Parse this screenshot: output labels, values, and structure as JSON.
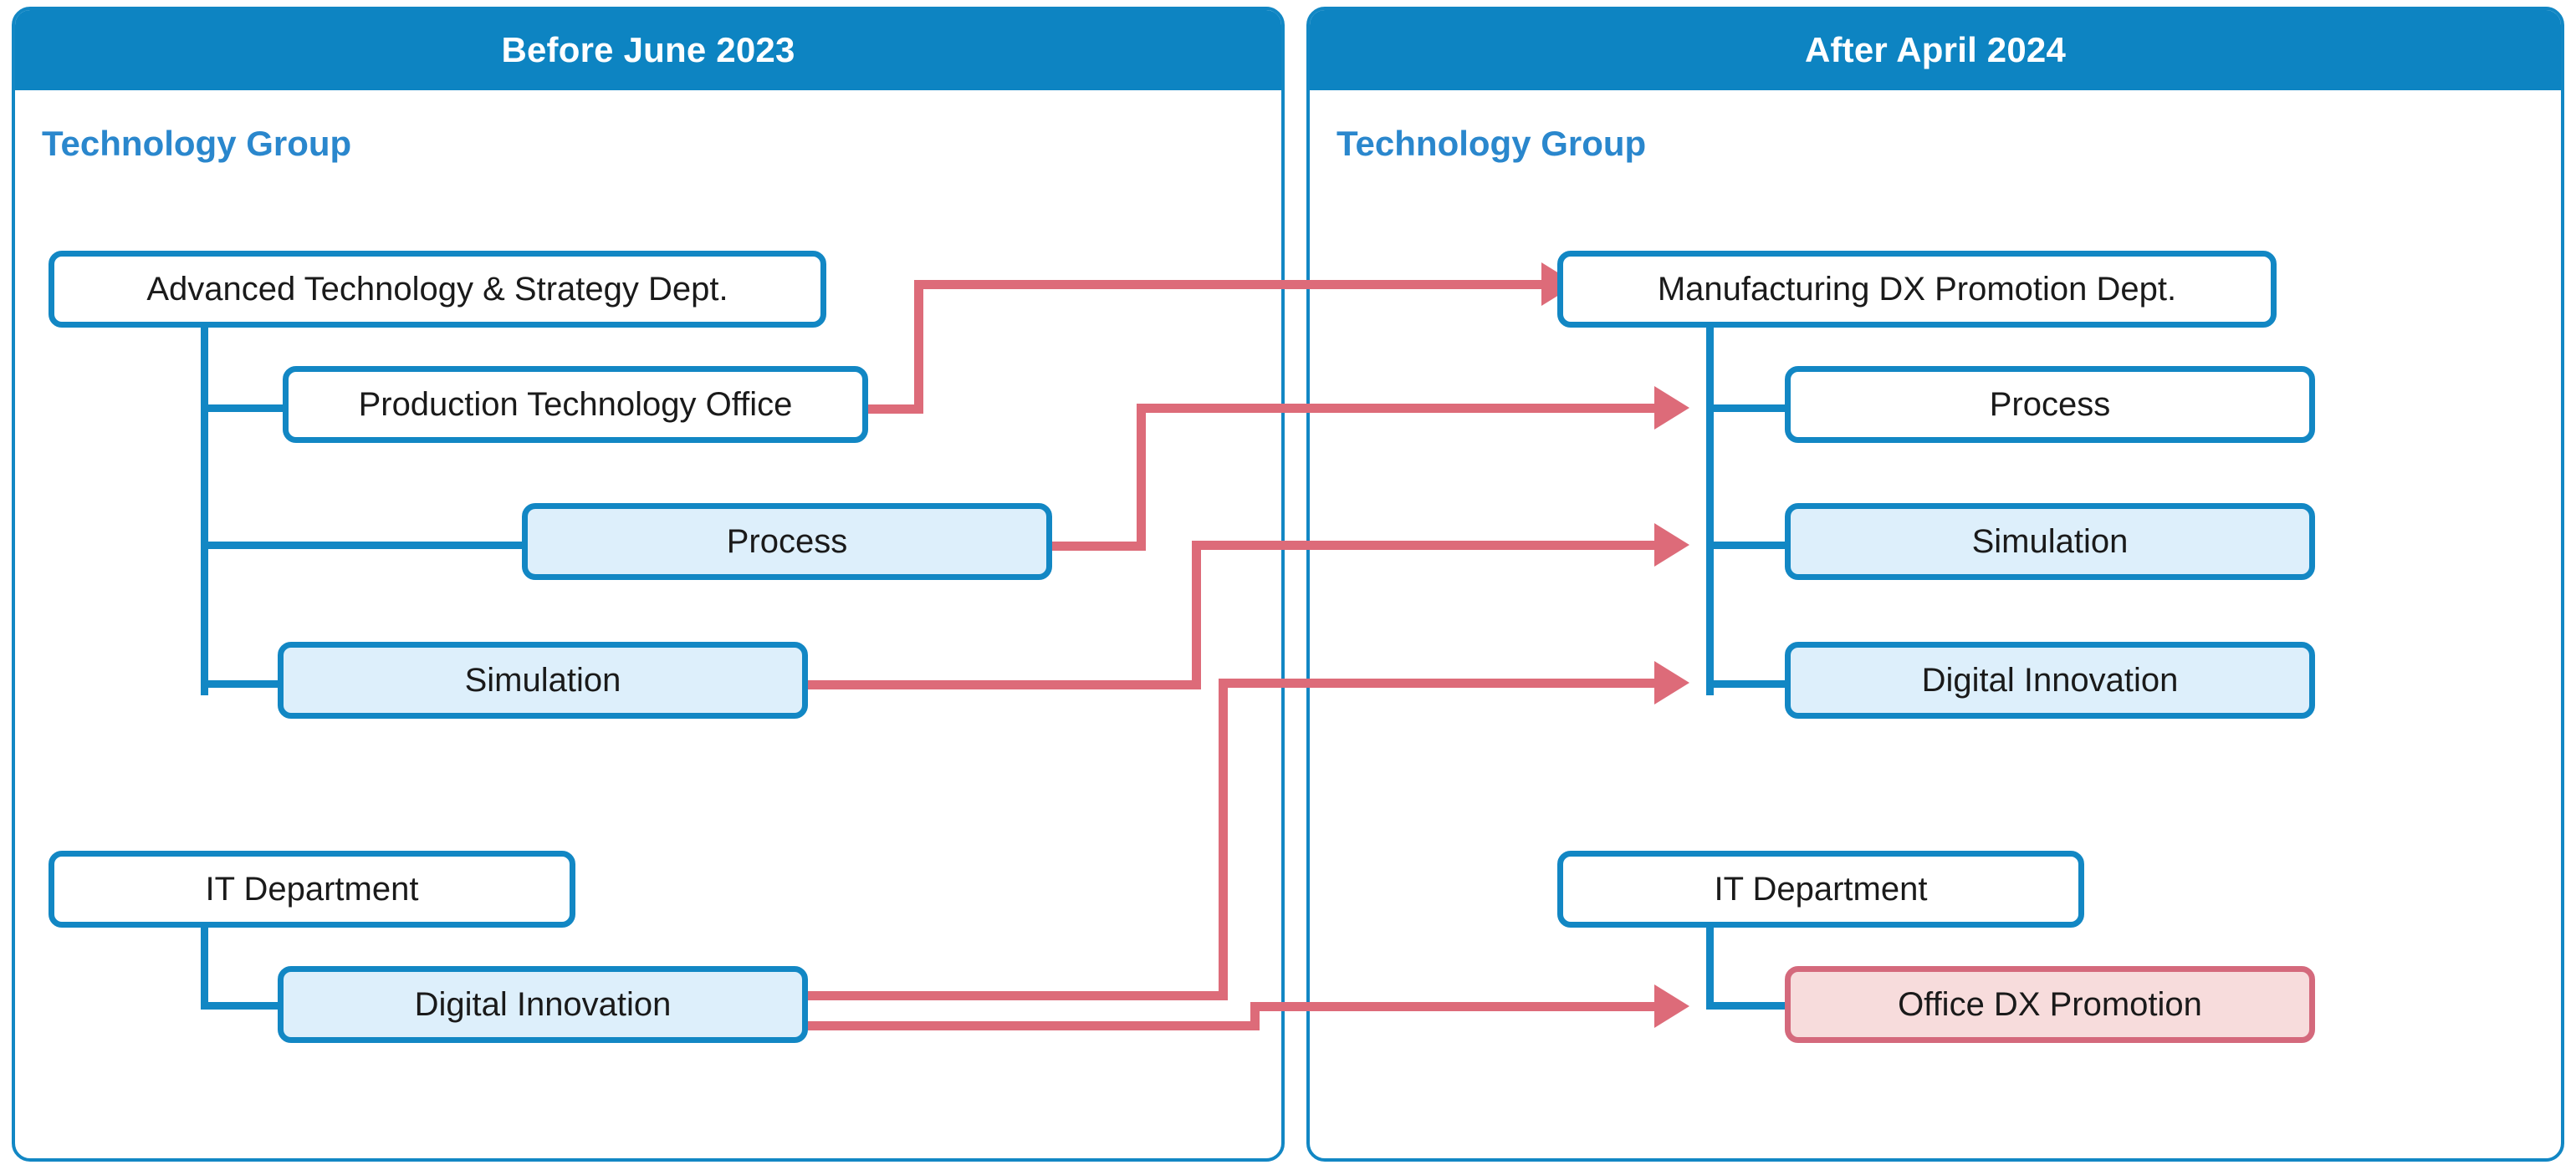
{
  "panels": [
    {
      "id": "before",
      "header": "Before June 2023",
      "group_label": "Technology Group",
      "nodes": [
        {
          "key": "adv_tech",
          "label": "Advanced Technology & Strategy Dept.",
          "fill": "white"
        },
        {
          "key": "prod_tech",
          "label": "Production Technology Office",
          "fill": "white"
        },
        {
          "key": "process",
          "label": "Process",
          "fill": "light-blue"
        },
        {
          "key": "simulation",
          "label": "Simulation",
          "fill": "light-blue"
        },
        {
          "key": "it_dept",
          "label": "IT Department",
          "fill": "white"
        },
        {
          "key": "digital_inn",
          "label": "Digital Innovation",
          "fill": "light-blue"
        }
      ]
    },
    {
      "id": "after",
      "header": "After April 2024",
      "group_label": "Technology Group",
      "nodes": [
        {
          "key": "mfg_dx",
          "label": "Manufacturing DX Promotion Dept.",
          "fill": "white"
        },
        {
          "key": "process",
          "label": "Process",
          "fill": "white"
        },
        {
          "key": "simulation",
          "label": "Simulation",
          "fill": "light-blue"
        },
        {
          "key": "digital_inn",
          "label": "Digital Innovation",
          "fill": "light-blue"
        },
        {
          "key": "it_dept",
          "label": "IT Department",
          "fill": "white"
        },
        {
          "key": "office_dx",
          "label": "Office DX Promotion",
          "fill": "pink"
        }
      ]
    }
  ],
  "flows": [
    {
      "from": "Advanced Technology & Strategy Dept.",
      "to": "Manufacturing DX Promotion Dept."
    },
    {
      "from": "Production Technology Office",
      "to": "Manufacturing DX Promotion Dept."
    },
    {
      "from": "Process",
      "to": "Process"
    },
    {
      "from": "Simulation",
      "to": "Simulation"
    },
    {
      "from": "Digital Innovation",
      "to": "Digital Innovation"
    },
    {
      "from": "Digital Innovation",
      "to": "Office DX Promotion"
    }
  ],
  "colors": {
    "header_blue": "#0d84c2",
    "group_label_blue": "#2a87cd",
    "box_border_blue": "#1287c4",
    "box_fill_light_blue": "#ddeffb",
    "arrow_red": "#dd6b79",
    "danger_fill": "#f7dcdc",
    "danger_border": "#d4697c",
    "panel_bg": "#ffffff"
  }
}
